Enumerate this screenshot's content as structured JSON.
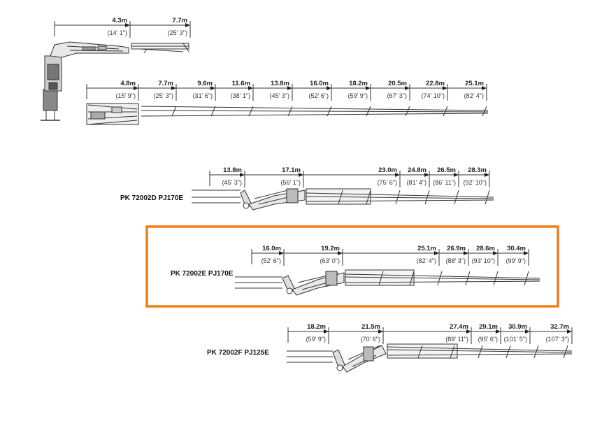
{
  "colors": {
    "highlight": "#ee7f1a",
    "line": "#333333",
    "text": "#222222"
  },
  "rows": [
    {
      "id": "r1",
      "model": "",
      "dims": [
        {
          "m": "4.3m",
          "ft": "(14' 1\")"
        },
        {
          "m": "7.7m",
          "ft": "(25' 3\")"
        }
      ]
    },
    {
      "id": "r2",
      "model": "",
      "dims": [
        {
          "m": "4.8m",
          "ft": "(15' 9\")"
        },
        {
          "m": "7.7m",
          "ft": "(25' 3\")"
        },
        {
          "m": "9.6m",
          "ft": "(31' 6\")"
        },
        {
          "m": "11.6m",
          "ft": "(38' 1\")"
        },
        {
          "m": "13.8m",
          "ft": "(45' 3\")"
        },
        {
          "m": "16.0m",
          "ft": "(52' 6\")"
        },
        {
          "m": "18.2m",
          "ft": "(59' 9\")"
        },
        {
          "m": "20.5m",
          "ft": "(67' 3\")"
        },
        {
          "m": "22.8m",
          "ft": "(74' 10\")"
        },
        {
          "m": "25.1m",
          "ft": "(82' 4\")"
        }
      ]
    },
    {
      "id": "r3",
      "model": "PK 72002D PJ170E",
      "dims": [
        {
          "m": "13.8m",
          "ft": "(45' 3\")"
        },
        {
          "m": "17.1m",
          "ft": "(56' 1\")"
        },
        {
          "m": "23.0m",
          "ft": "(75' 6\")"
        },
        {
          "m": "24.8m",
          "ft": "(81' 4\")"
        },
        {
          "m": "26.5m",
          "ft": "(86' 11\")"
        },
        {
          "m": "28.3m",
          "ft": "(92' 10\")"
        }
      ]
    },
    {
      "id": "r4",
      "model": "PK 72002E PJ170E",
      "highlighted": true,
      "dims": [
        {
          "m": "16.0m",
          "ft": "(52' 6\")"
        },
        {
          "m": "19.2m",
          "ft": "(63' 0\")"
        },
        {
          "m": "25.1m",
          "ft": "(82' 4\")"
        },
        {
          "m": "26.9m",
          "ft": "(88' 3\")"
        },
        {
          "m": "28.6m",
          "ft": "(93' 10\")"
        },
        {
          "m": "30.4m",
          "ft": "(99' 9\")"
        }
      ]
    },
    {
      "id": "r5",
      "model": "PK 72002F PJ125E",
      "dims": [
        {
          "m": "18.2m",
          "ft": "(59' 9\")"
        },
        {
          "m": "21.5m",
          "ft": "(70' 6\")"
        },
        {
          "m": "27.4m",
          "ft": "(89' 11\")"
        },
        {
          "m": "29.1m",
          "ft": "(95' 6\")"
        },
        {
          "m": "30.9m",
          "ft": "(101' 5\")"
        },
        {
          "m": "32.7m",
          "ft": "(107' 3\")"
        }
      ]
    }
  ]
}
